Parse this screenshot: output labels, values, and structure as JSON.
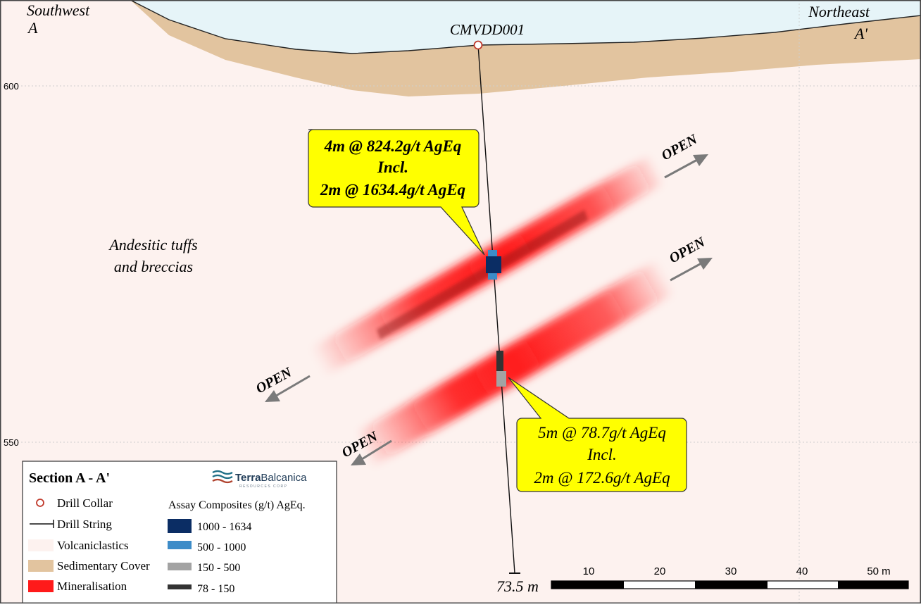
{
  "section": {
    "left_direction": "Southwest",
    "left_label": "A",
    "right_direction": "Northeast",
    "right_label": "A'",
    "drillhole_name": "CMVDD001",
    "end_of_hole": "73.5 m",
    "rock_label_line1": "Andesitic tuffs",
    "rock_label_line2": "and breccias",
    "open_label": "OPEN"
  },
  "elevation_axis": {
    "ticks": [
      {
        "label": "600",
        "value": 600
      },
      {
        "label": "550",
        "value": 550
      }
    ]
  },
  "callouts": [
    {
      "line1": "4m @ 824.2g/t AgEq",
      "line2": "Incl.",
      "line3": "2m @ 1634.4g/t AgEq"
    },
    {
      "line1": "5m @ 78.7g/t AgEq",
      "line2": "Incl.",
      "line3": "2m @ 172.6g/t AgEq"
    }
  ],
  "scale_bar": {
    "labels": [
      "10",
      "20",
      "30",
      "40",
      "50 m"
    ]
  },
  "legend": {
    "title": "Section A - A'",
    "logo_text_a": "Terra",
    "logo_text_b": "Balcanica",
    "logo_sub": "RESOURCES CORP",
    "items": [
      {
        "label": "Drill Collar",
        "symbol": "collar"
      },
      {
        "label": "Drill String",
        "symbol": "string"
      },
      {
        "label": "Volcaniclastics",
        "symbol": "fill",
        "color": "#fdf2ef"
      },
      {
        "label": "Sedimentary Cover",
        "symbol": "fill",
        "color": "#e2c49f"
      },
      {
        "label": "Mineralisation",
        "symbol": "fill",
        "color": "#ff1a1a"
      }
    ],
    "assay_title": "Assay Composites (g/t) AgEq.",
    "assay_items": [
      {
        "label": "1000 - 1634",
        "color": "#0b2d64"
      },
      {
        "label": "500 - 1000",
        "color": "#3d8cc8"
      },
      {
        "label": "150 - 500",
        "color": "#a3a3a3"
      },
      {
        "label": "78 - 150",
        "color": "#333333"
      }
    ]
  },
  "colors": {
    "sky": "#e6f4f8",
    "cover": "#e2c49f",
    "volcanics": "#fdf2ef",
    "mineral": "#ff1a1a",
    "callout": "#ffff00",
    "arrow": "#7a7a7a",
    "collar": "#c0392b"
  }
}
